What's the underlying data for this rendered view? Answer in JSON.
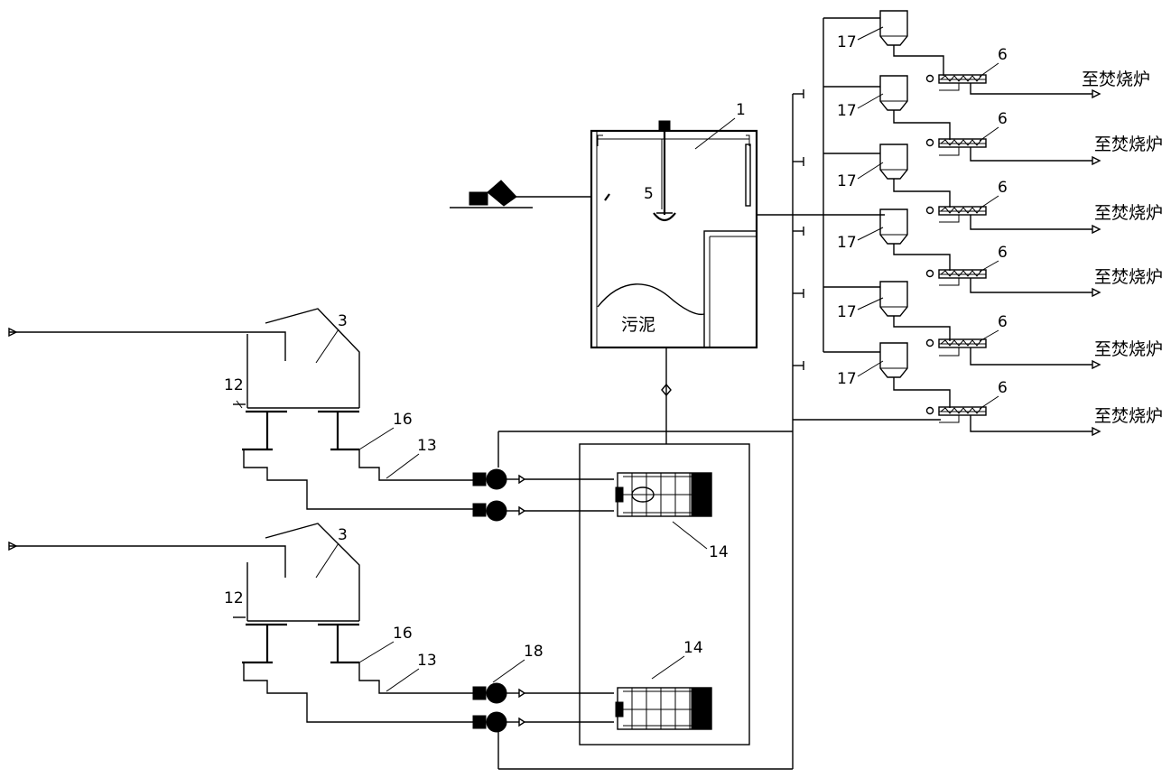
{
  "labels": {
    "tank": "1",
    "grab": "5",
    "sludge": "污泥",
    "dryer": "3",
    "part12": "12",
    "part16": "16",
    "part13": "13",
    "pump_assembly": "14",
    "pump": "18",
    "hopper": "17",
    "screw_feeder": "6",
    "to_incinerator": "至焚烧炉"
  },
  "colors": {
    "line": "#000000",
    "background": "#ffffff"
  }
}
